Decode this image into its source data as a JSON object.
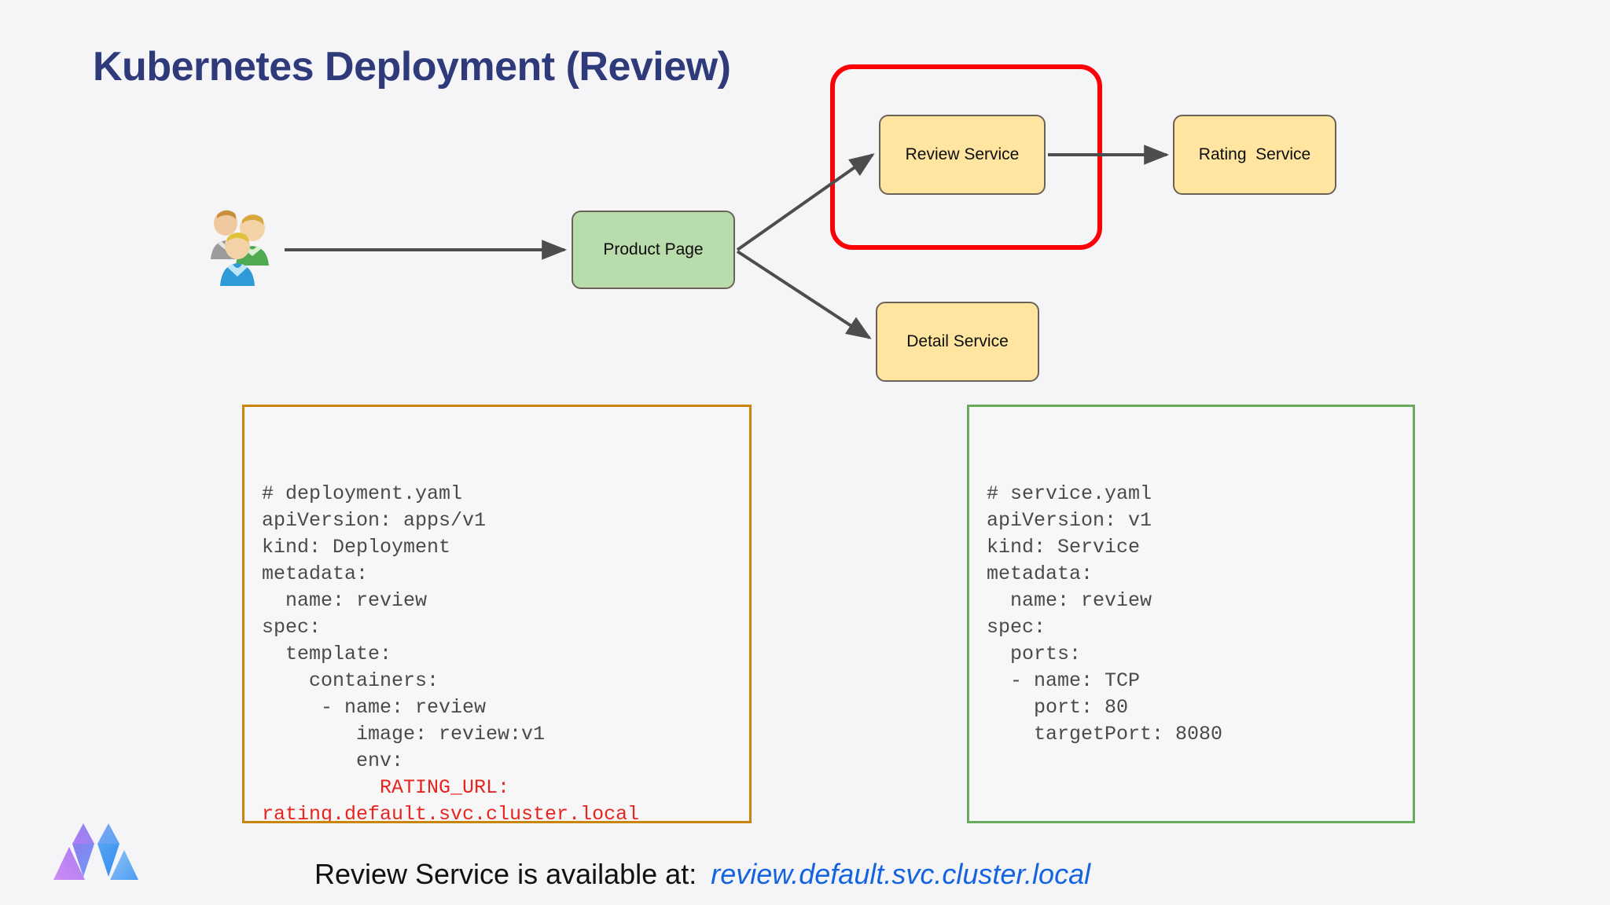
{
  "slide": {
    "title": "Kubernetes Deployment (Review)",
    "background_color": "#f5f5f7",
    "title_color": "#2e3a7a"
  },
  "diagram": {
    "users_icon_name": "users-group-icon",
    "highlight_color": "#fb0007",
    "arrow_color": "#4d4d4d",
    "nodes": [
      {
        "id": "product-page",
        "label": "Product Page",
        "fill": "#b8dcab",
        "stroke": "#6b6257"
      },
      {
        "id": "review-service",
        "label": "Review Service",
        "fill": "#ffe5a0",
        "stroke": "#6b6257"
      },
      {
        "id": "rating-service",
        "label": "Rating  Service",
        "fill": "#ffe5a0",
        "stroke": "#6b6257"
      },
      {
        "id": "detail-service",
        "label": "Detail Service",
        "fill": "#ffe5a0",
        "stroke": "#6b6257"
      }
    ],
    "edges": [
      {
        "from": "users",
        "to": "product-page"
      },
      {
        "from": "product-page",
        "to": "review-service"
      },
      {
        "from": "product-page",
        "to": "detail-service"
      },
      {
        "from": "review-service",
        "to": "rating-service"
      }
    ],
    "highlight_target": "review-service"
  },
  "code_blocks": {
    "deployment": {
      "border_color": "#c8860d",
      "lines": [
        {
          "text": "# deployment.yaml",
          "color": "normal"
        },
        {
          "text": "apiVersion: apps/v1",
          "color": "normal"
        },
        {
          "text": "kind: Deployment",
          "color": "normal"
        },
        {
          "text": "metadata:",
          "color": "normal"
        },
        {
          "text": "  name: review",
          "color": "normal"
        },
        {
          "text": "spec:",
          "color": "normal"
        },
        {
          "text": "  template:",
          "color": "normal"
        },
        {
          "text": "    containers:",
          "color": "normal"
        },
        {
          "text": "     - name: review",
          "color": "normal"
        },
        {
          "text": "        image: review:v1",
          "color": "normal"
        },
        {
          "text": "        env:",
          "color": "normal"
        },
        {
          "text": "          RATING_URL:",
          "color": "red"
        },
        {
          "text": "rating.default.svc.cluster.local",
          "color": "red"
        }
      ]
    },
    "service": {
      "border_color": "#6aaa5c",
      "lines": [
        {
          "text": "# service.yaml",
          "color": "normal"
        },
        {
          "text": "apiVersion: v1",
          "color": "normal"
        },
        {
          "text": "kind: Service",
          "color": "normal"
        },
        {
          "text": "metadata:",
          "color": "normal"
        },
        {
          "text": "  name: review",
          "color": "normal"
        },
        {
          "text": "spec:",
          "color": "normal"
        },
        {
          "text": "  ports:",
          "color": "normal"
        },
        {
          "text": "  - name: TCP",
          "color": "normal"
        },
        {
          "text": "    port: 80",
          "color": "normal"
        },
        {
          "text": "    targetPort: 8080",
          "color": "normal"
        }
      ]
    }
  },
  "caption": {
    "prefix": "Review Service is available at:",
    "url": "review.default.svc.cluster.local",
    "url_color": "#1464e0"
  },
  "logo": {
    "name": "brand-m-logo",
    "color_left": "#b86cf0",
    "color_right": "#2f8cf0"
  }
}
